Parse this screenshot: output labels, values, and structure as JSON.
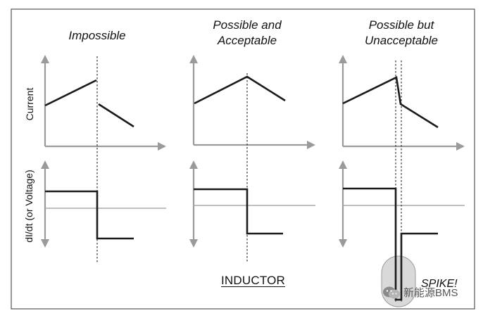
{
  "colors": {
    "frame": "#555555",
    "axis": "#9a9a9a",
    "trace": "#1a1a1a",
    "baseline": "#aaaaaa",
    "divider": "#222222",
    "spike_capsule": "#d9d9d9"
  },
  "panels": [
    {
      "title": "Impossible",
      "case": "discontinuous current"
    },
    {
      "title": "Possible and Acceptable",
      "case": "continuous current"
    },
    {
      "title": "Possible but Unacceptable",
      "case": "rapid current change"
    }
  ],
  "labels": {
    "current_axis": "Current",
    "didt_axis": "dI/dt (or Voltage)",
    "inductor": "INDUCTOR",
    "spike": "SPIKE!"
  },
  "watermark": {
    "text": "新能源BMS",
    "icon": "wechat-icon"
  }
}
